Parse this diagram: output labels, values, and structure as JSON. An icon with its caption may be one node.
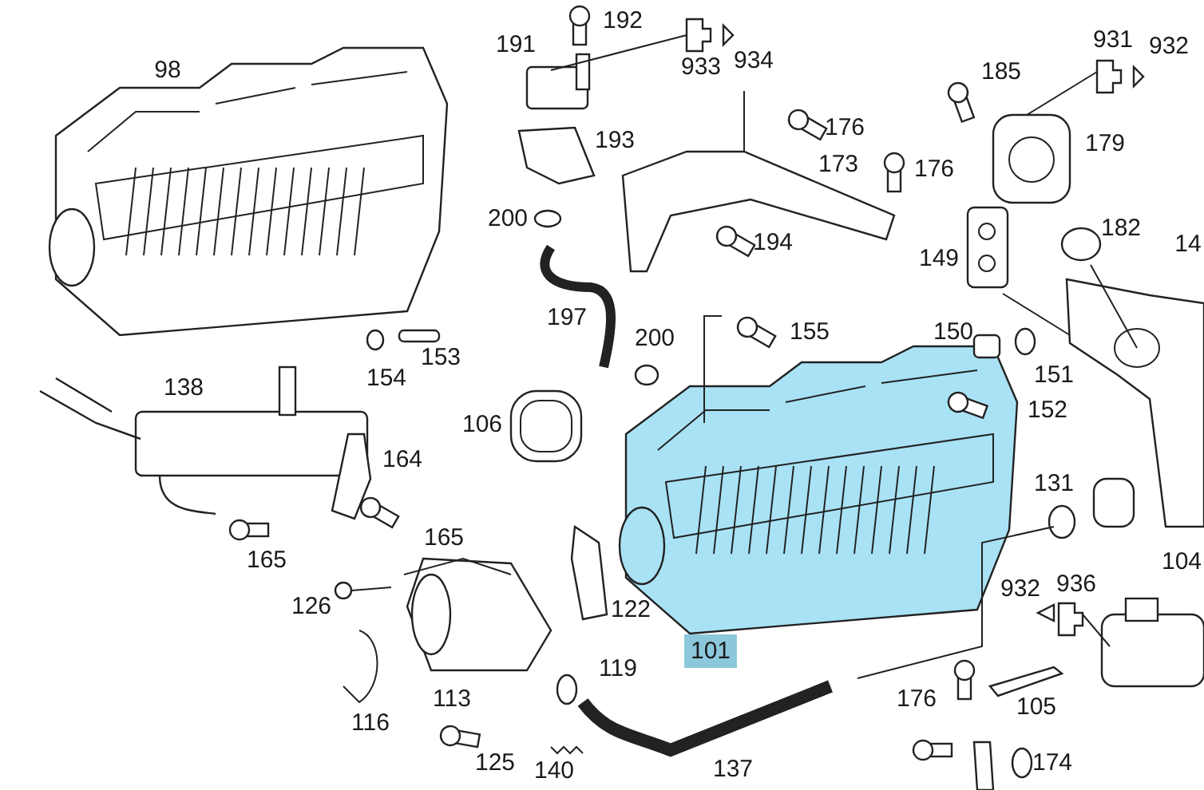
{
  "diagram": {
    "labels": [
      "192",
      "191",
      "933",
      "934",
      "931",
      "932",
      "185",
      "98",
      "176",
      "179",
      "193",
      "173",
      "176",
      "200",
      "182",
      "149",
      "194",
      "14",
      "197",
      "150",
      "155",
      "200",
      "153",
      "154",
      "151",
      "138",
      "152",
      "106",
      "164",
      "131",
      "165",
      "165",
      "104",
      "932",
      "936",
      "126",
      "122",
      "101",
      "119",
      "113",
      "176",
      "116",
      "105",
      "125",
      "137",
      "174",
      "140"
    ]
  }
}
